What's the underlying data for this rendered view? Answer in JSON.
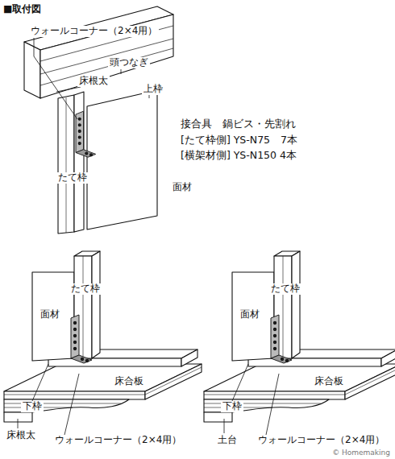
{
  "diagram": {
    "title": "■取付図",
    "labels": [
      "ウォールコーナー（2×4用）",
      "頭つなぎ",
      "床根太",
      "上枠",
      "接合具　鍋ビス・先割れ",
      "[たて枠側] YS-N75　7本",
      "[横架材側] YS-N150  4本",
      "面材",
      "たて枠",
      "たて枠",
      "面材",
      "床合板",
      "下枠",
      "床根太",
      "ウォールコーナー（2×4用）",
      "たて枠",
      "面材",
      "床合板",
      "下枠",
      "土台",
      "ウォールコーナー（2×4用）",
      "© Homemaking"
    ]
  }
}
